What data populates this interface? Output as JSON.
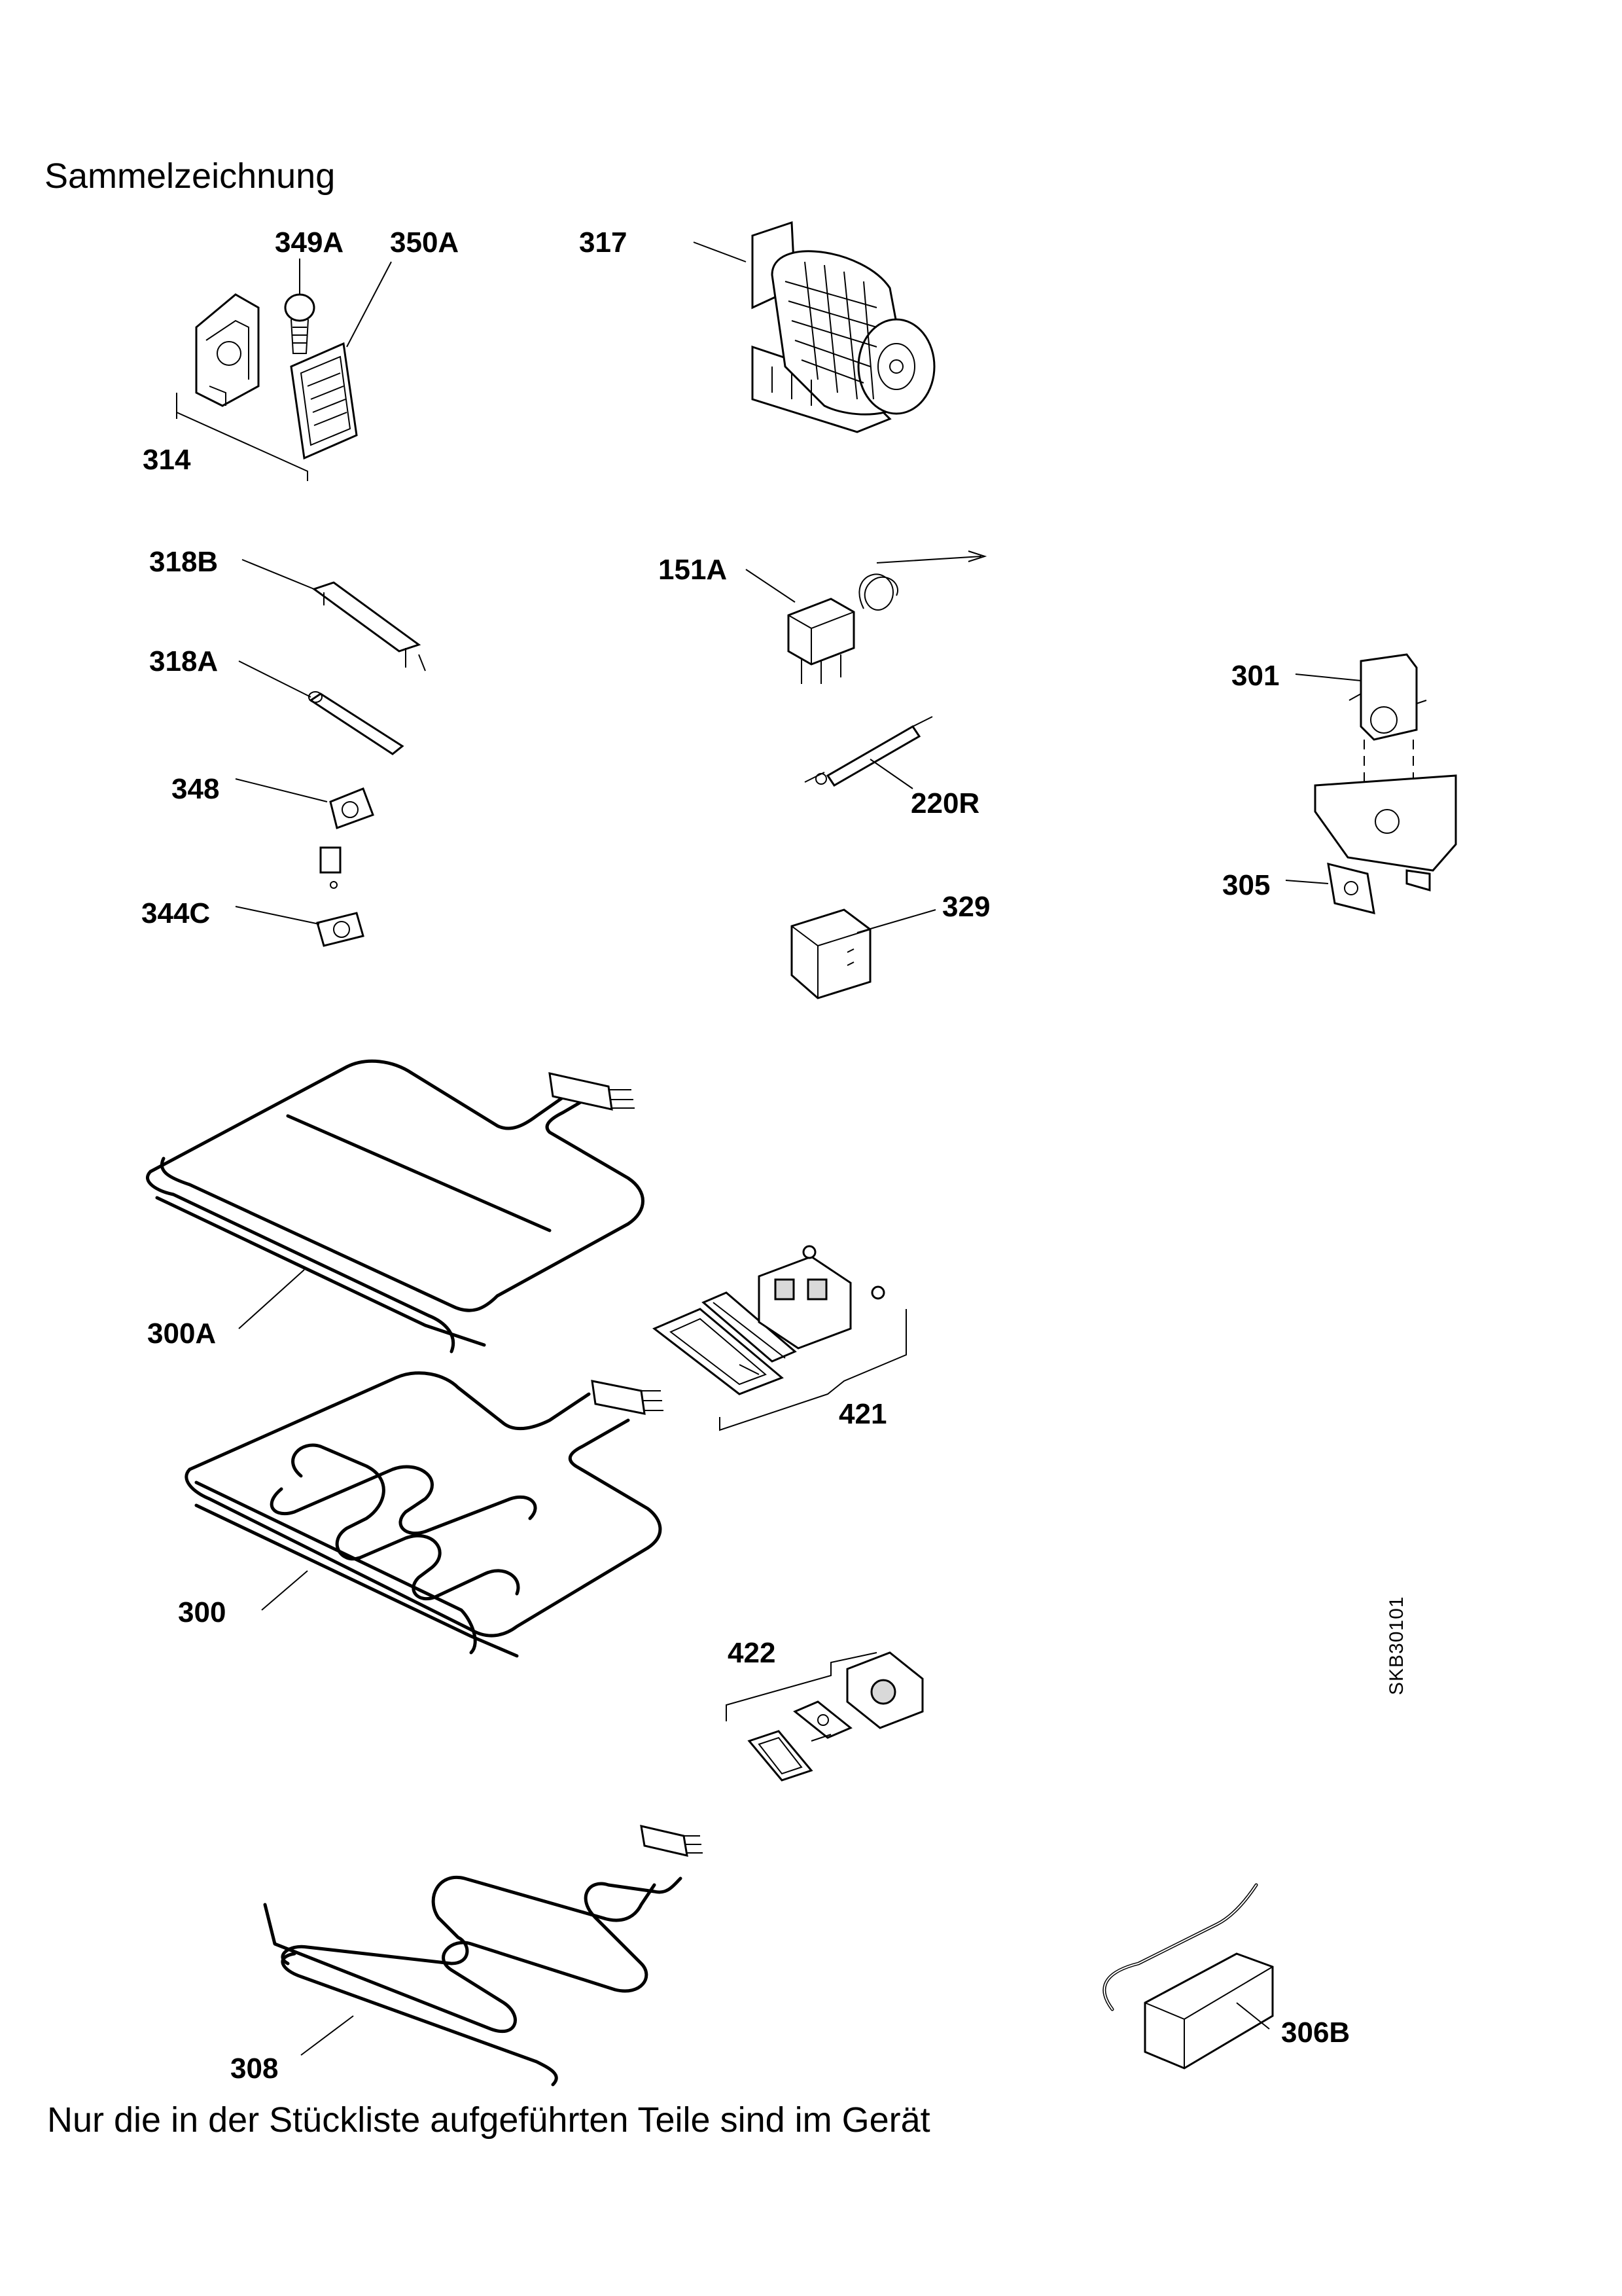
{
  "title": "Sammelzeichnung",
  "footer": "Nur die in der Stückliste aufgeführten Teile sind im Gerät",
  "drawing_code": "SKB30101",
  "parts": {
    "p349A": "349A",
    "p350A": "350A",
    "p314": "314",
    "p317": "317",
    "p318B": "318B",
    "p318A": "318A",
    "p151A": "151A",
    "p301": "301",
    "p348": "348",
    "p220R": "220R",
    "p344C": "344C",
    "p329": "329",
    "p305": "305",
    "p300A": "300A",
    "p421": "421",
    "p300": "300",
    "p422": "422",
    "p308": "308",
    "p306B": "306B"
  }
}
